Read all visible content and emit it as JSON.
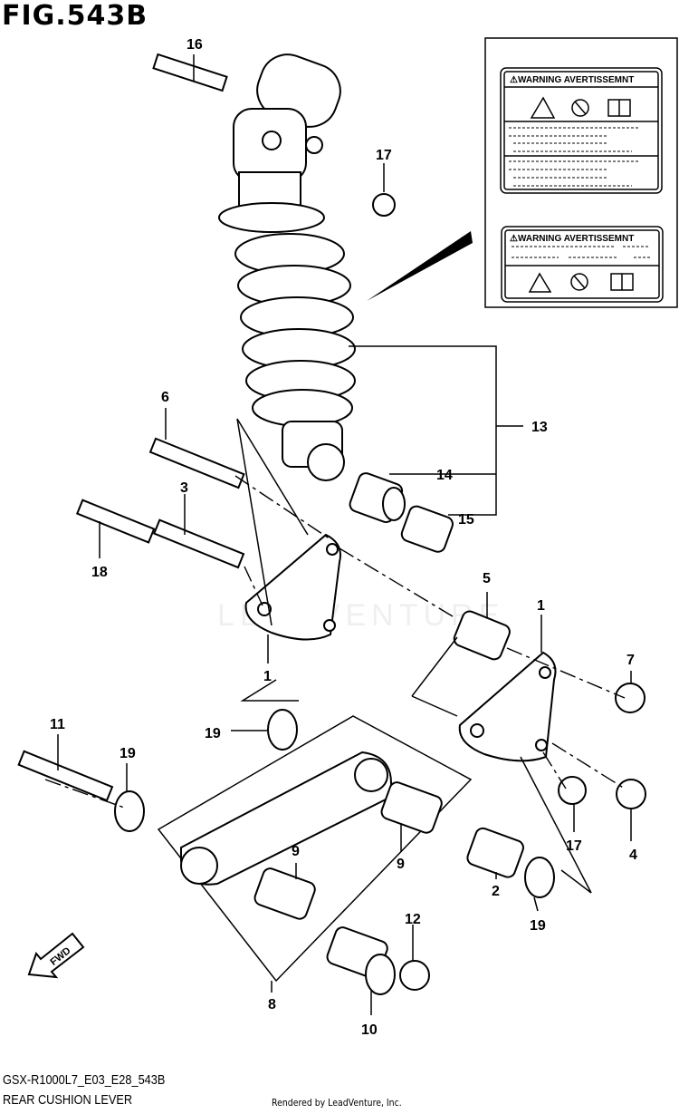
{
  "figure": {
    "title": "FIG.543B",
    "model_code": "GSX-R1000L7_E03_E28_543B",
    "part_name": "REAR CUSHION LEVER",
    "credit": "Rendered by LeadVenture, Inc.",
    "watermark": "LEADVENTURE"
  },
  "warning_labels": [
    {
      "heading": "WARNING AVERTISSEMNT",
      "icons": [
        "explosion-warning-icon",
        "no-fire-icon",
        "manual-book-icon"
      ]
    },
    {
      "heading": "WARNING AVERTISSEMNT",
      "icons": [
        "explosion-warning-icon",
        "no-fire-icon",
        "manual-book-icon"
      ]
    }
  ],
  "callouts": [
    "16",
    "17",
    "6",
    "3",
    "18",
    "13",
    "14",
    "15",
    "5",
    "1",
    "1",
    "7",
    "19",
    "11",
    "19",
    "9",
    "9",
    "17",
    "4",
    "2",
    "19",
    "12",
    "8",
    "10"
  ],
  "fwd_label": "FWD"
}
